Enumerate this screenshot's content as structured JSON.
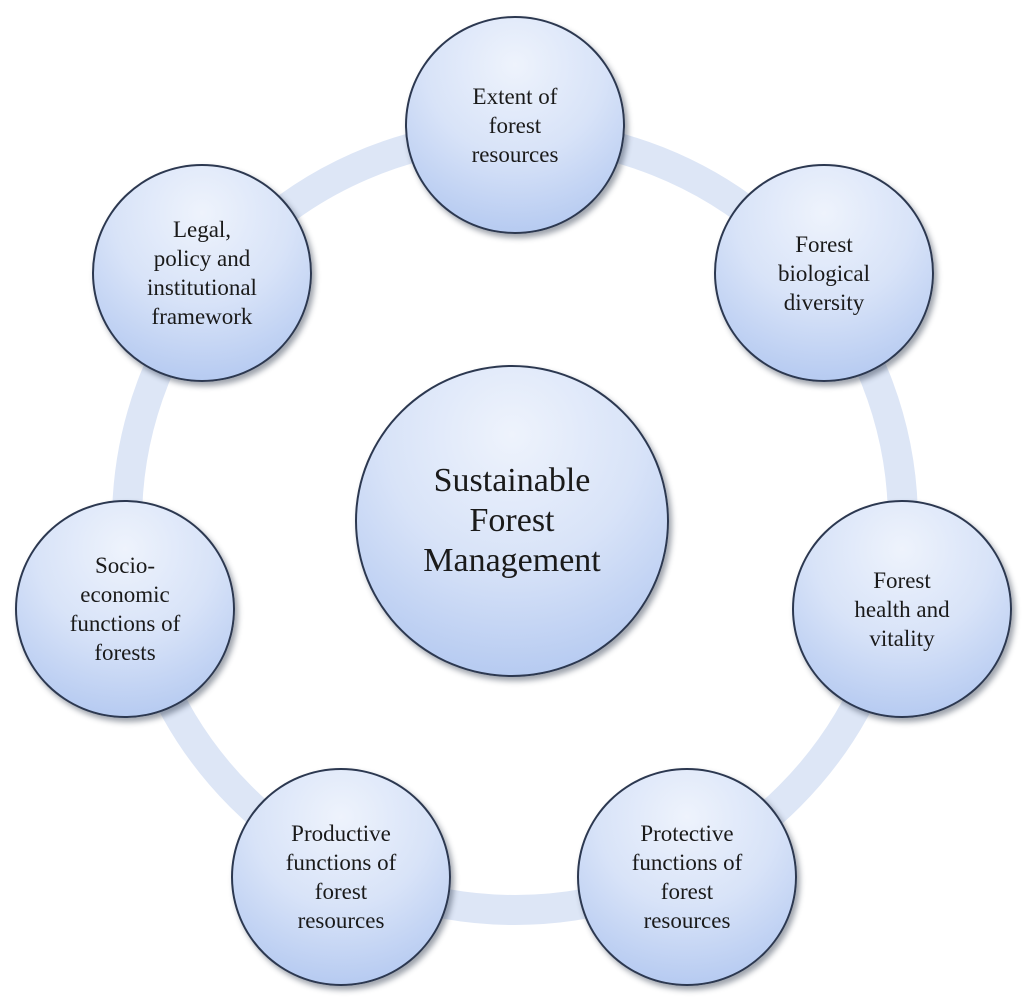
{
  "diagram": {
    "center": {
      "label": "Sustainable\nForest\nManagement"
    },
    "elements": [
      {
        "label": "Extent of\nforest\nresources"
      },
      {
        "label": "Forest\nbiological\ndiversity"
      },
      {
        "label": "Forest\nhealth and\nvitality"
      },
      {
        "label": "Protective\nfunctions of\nforest\nresources"
      },
      {
        "label": "Productive\nfunctions of\nforest\nresources"
      },
      {
        "label": "Socio-\neconomic\nfunctions of\nforests"
      },
      {
        "label": "Legal,\npolicy and\ninstitutional\nframework"
      }
    ]
  },
  "colors": {
    "ring": "#dde6f6",
    "node_border": "#2c3850",
    "node_fill_light": "#eef3fc",
    "node_fill_dark": "#a9c1ee",
    "text": "#1a1a1a"
  }
}
